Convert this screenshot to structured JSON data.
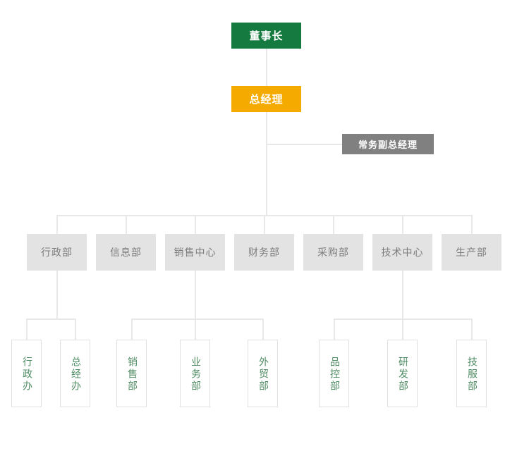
{
  "chart_data": {
    "type": "diagram",
    "title": "",
    "subtype": "organization-chart",
    "orientation": "top-down",
    "colors": {
      "chairman": "#157a3f",
      "general_manager": "#f5aa00",
      "deputy_general_manager": "#808080",
      "department": "#e3e3e3",
      "department_text": "#7d7d7d",
      "leaf_text": "#4f8c63",
      "leaf_border": "#e0e0e0",
      "connector": "#e8e8e8",
      "background": "#ffffff"
    },
    "levels": [
      {
        "level": 1,
        "nodes": [
          "董事长"
        ]
      },
      {
        "level": 2,
        "nodes": [
          "总经理"
        ]
      },
      {
        "level": 3,
        "nodes": [
          "常务副总经理"
        ]
      },
      {
        "level": 4,
        "nodes": [
          "行政部",
          "信息部",
          "销售中心",
          "财务部",
          "采购部",
          "技术中心",
          "生产部"
        ]
      },
      {
        "level": 5,
        "nodes": [
          "行政办",
          "总经办",
          "销售部",
          "业务部",
          "外贸部",
          "品控部",
          "研发部",
          "技服部"
        ]
      }
    ],
    "edges": [
      {
        "from": "董事长",
        "to": "总经理"
      },
      {
        "from": "总经理",
        "to": "常务副总经理"
      },
      {
        "from": "总经理",
        "to": "行政部"
      },
      {
        "from": "总经理",
        "to": "信息部"
      },
      {
        "from": "总经理",
        "to": "销售中心"
      },
      {
        "from": "总经理",
        "to": "财务部"
      },
      {
        "from": "总经理",
        "to": "采购部"
      },
      {
        "from": "总经理",
        "to": "技术中心"
      },
      {
        "from": "总经理",
        "to": "生产部"
      },
      {
        "from": "行政部",
        "to": "行政办"
      },
      {
        "from": "行政部",
        "to": "总经办"
      },
      {
        "from": "销售中心",
        "to": "销售部"
      },
      {
        "from": "销售中心",
        "to": "业务部"
      },
      {
        "from": "销售中心",
        "to": "外贸部"
      },
      {
        "from": "技术中心",
        "to": "品控部"
      },
      {
        "from": "技术中心",
        "to": "研发部"
      },
      {
        "from": "技术中心",
        "to": "技服部"
      }
    ]
  },
  "nodes": {
    "chairman": {
      "label": "董事长"
    },
    "general_manager": {
      "label": "总经理"
    },
    "deputy_general_manager": {
      "label": "常务副总经理"
    },
    "departments": [
      {
        "label": "行政部"
      },
      {
        "label": "信息部"
      },
      {
        "label": "销售中心"
      },
      {
        "label": "财务部"
      },
      {
        "label": "采购部"
      },
      {
        "label": "技术中心"
      },
      {
        "label": "生产部"
      }
    ],
    "subunits": [
      {
        "label": "行政办"
      },
      {
        "label": "总经办"
      },
      {
        "label": "销售部"
      },
      {
        "label": "业务部"
      },
      {
        "label": "外贸部"
      },
      {
        "label": "品控部"
      },
      {
        "label": "研发部"
      },
      {
        "label": "技服部"
      }
    ]
  }
}
